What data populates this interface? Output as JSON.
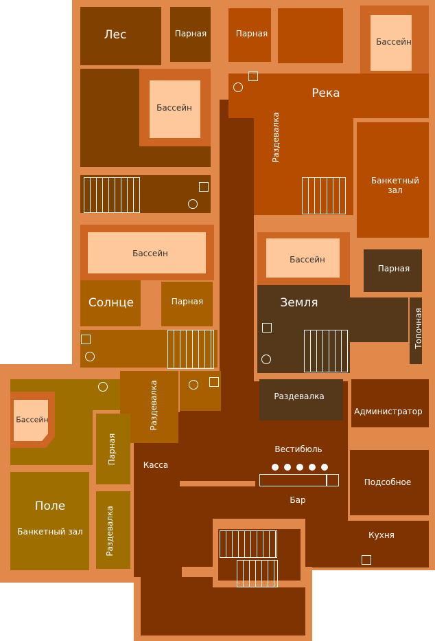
{
  "zones": {
    "les": {
      "name": "Лес",
      "steam": "Парная",
      "pool": "Бассейн"
    },
    "reka": {
      "name": "Река",
      "steam": "Парная",
      "pool": "Бассейн",
      "changing": "Раздевалка",
      "banquet": "Банкетный зал"
    },
    "solnce": {
      "name": "Солнце",
      "steam": "Парная",
      "pool": "Бассейн",
      "changing": "Раздевалка"
    },
    "zemlya": {
      "name": "Земля",
      "steam": "Парная",
      "pool": "Бассейн",
      "changing": "Раздевалка",
      "boiler": "Топочная"
    },
    "pole": {
      "name": "Поле",
      "steam": "Парная",
      "pool": "Бассейн",
      "changing": "Раздевалка",
      "banquet": "Банкетный зал"
    }
  },
  "common": {
    "lobby": "Вестибюль",
    "cashier": "Касса",
    "bar": "Бар",
    "admin": "Администратор",
    "utility": "Подсобное",
    "kitchen": "Кухня"
  },
  "colors": {
    "wall": "#E0894B",
    "les": "#7F4000",
    "reka": "#B54C00",
    "corridor": "#7F3300",
    "solnce": "#A85F00",
    "zemlya": "#55371A",
    "pole": "#9E6E00",
    "pool": "#FFC89A"
  }
}
